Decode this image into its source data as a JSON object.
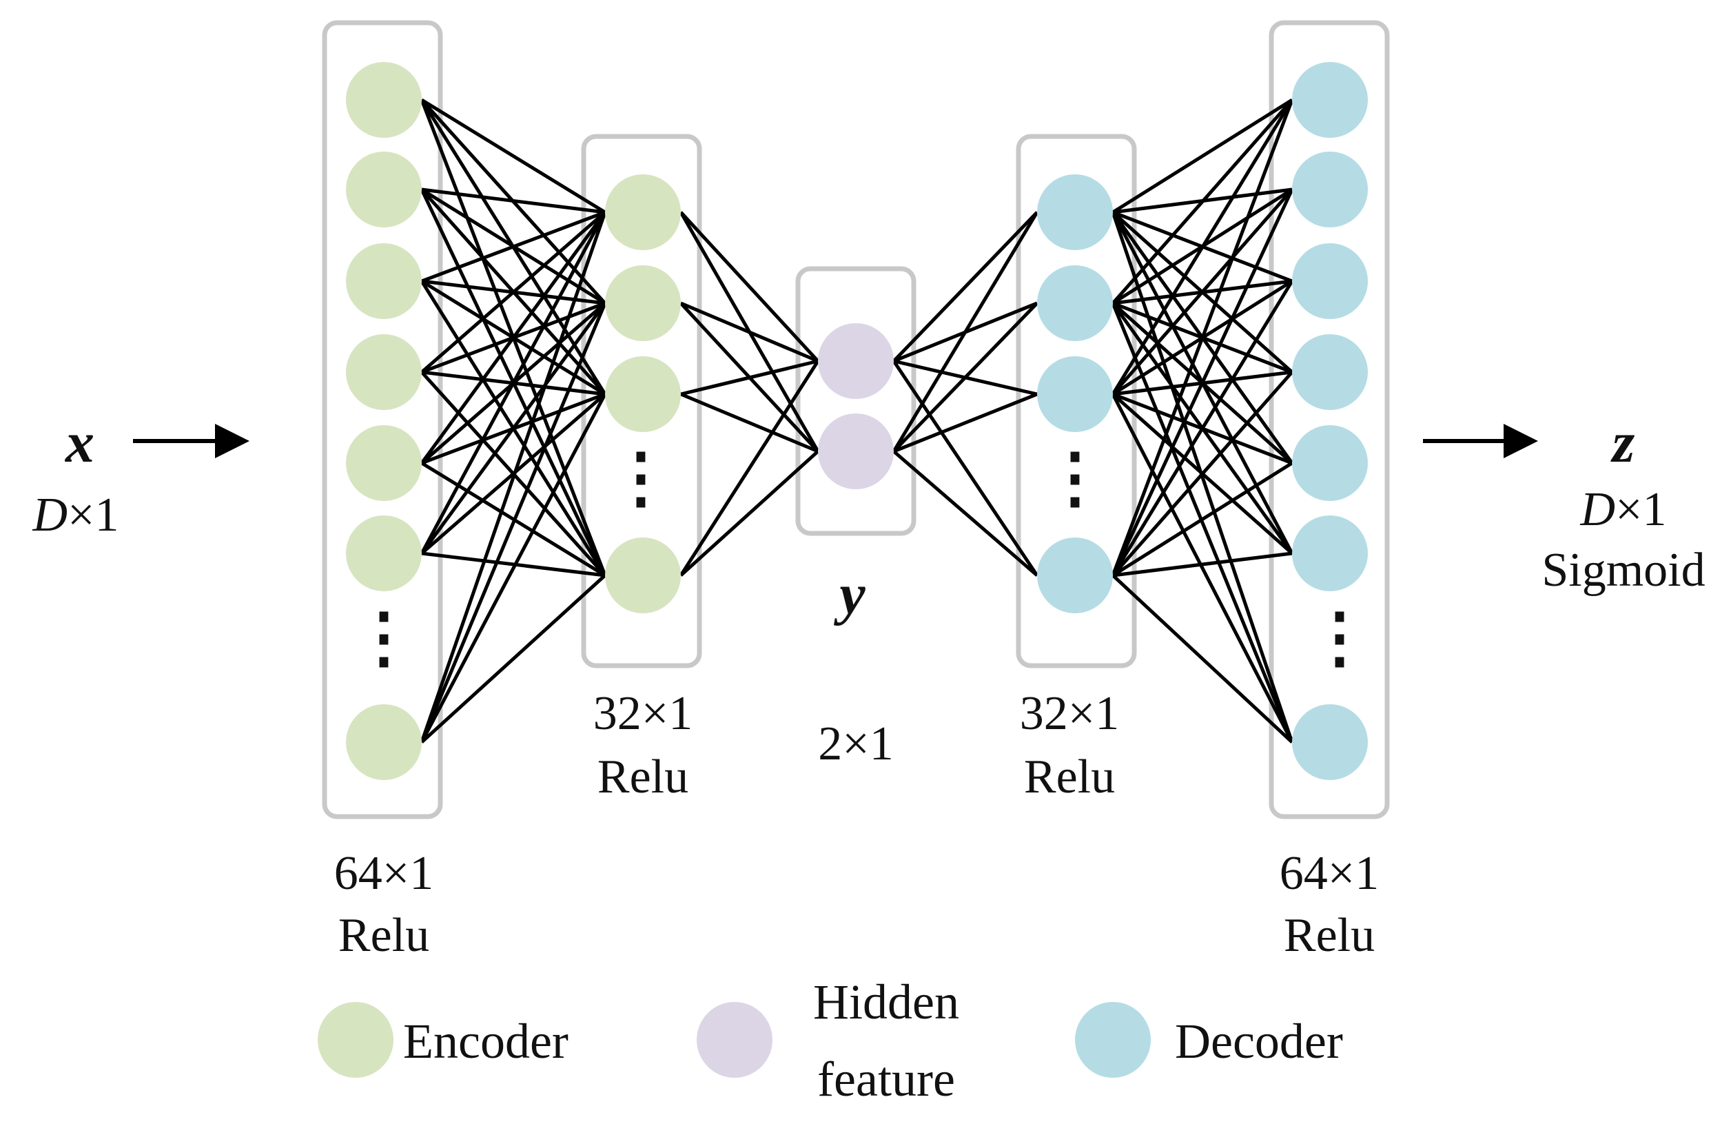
{
  "input": {
    "symbol": "x",
    "dim": "D",
    "dim_suffix": "×1"
  },
  "output": {
    "symbol": "z",
    "dim": "D",
    "dim_suffix": "×1",
    "activation": "Sigmoid"
  },
  "layers": [
    {
      "id": "enc1",
      "size": "64×1",
      "activation": "Relu",
      "role": "encoder"
    },
    {
      "id": "enc2",
      "size": "32×1",
      "activation": "Relu",
      "role": "encoder"
    },
    {
      "id": "hidden",
      "symbol": "y",
      "size": "2×1",
      "role": "hidden"
    },
    {
      "id": "dec1",
      "size": "32×1",
      "activation": "Relu",
      "role": "decoder"
    },
    {
      "id": "dec2",
      "size": "64×1",
      "activation": "Relu",
      "role": "decoder"
    }
  ],
  "ellipsis": "⋮",
  "legend": {
    "encoder": "Encoder",
    "hidden_line1": "Hidden",
    "hidden_line2": "feature",
    "decoder": "Decoder"
  },
  "colors": {
    "encoder": "#d7e4c0",
    "hidden": "#dcd5e6",
    "decoder": "#b5dce5",
    "box": "#c8c8c8",
    "edge": "#000000"
  }
}
